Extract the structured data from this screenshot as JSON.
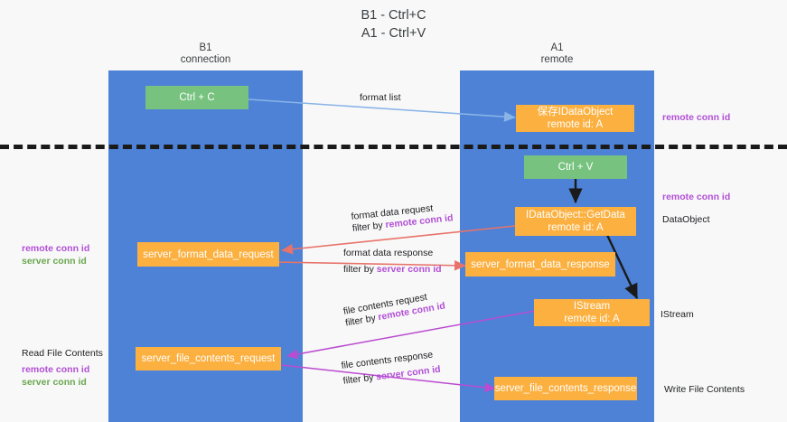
{
  "title": "B1 - Ctrl+C\nA1 - Ctrl+V",
  "lanes": [
    {
      "name": "left-lane",
      "title": "B1\nconnection"
    },
    {
      "name": "right-lane",
      "title": "A1\nremote"
    }
  ],
  "nodes": {
    "ctrl_c": "Ctrl + C",
    "save_dataobject": "保存IDataObject\nremote id: A",
    "ctrl_v": "Ctrl + V",
    "getdata": "IDataObject::GetData\nremote id: A",
    "server_format_data_request": "server_format_data_request",
    "server_format_data_response": "server_format_data_response",
    "istream": "IStream\nremote id: A",
    "server_file_contents_request": "server_file_contents_request",
    "server_file_contents_response": "server_file_contents_response"
  },
  "edges": {
    "format_list": "format list",
    "format_data_request": "format data request",
    "format_data_request_filter_prefix": "filter by ",
    "format_data_request_filter_key": "remote conn id",
    "format_data_response": "format data response",
    "format_data_response_filter_prefix": "filter by ",
    "format_data_response_filter_key": "server conn id",
    "file_contents_request": "file contents request",
    "file_contents_request_filter_prefix": "filter by ",
    "file_contents_request_filter_key": "remote conn id",
    "file_contents_response": "file contents response",
    "file_contents_response_filter_prefix": "filter by ",
    "file_contents_response_filter_key": "server conn id"
  },
  "side_labels": {
    "right_top_remote_conn_id": "remote conn id",
    "right_mid_remote_conn_id": "remote conn id",
    "right_dataobject": "DataObject",
    "right_istream": "IStream",
    "right_write_file_contents": "Write File Contents",
    "left_mid_remote_conn_id": "remote conn id",
    "left_mid_server_conn_id": "server conn id",
    "left_read_file_contents": "Read File Contents",
    "left_bottom_remote_conn_id": "remote conn id",
    "left_bottom_server_conn_id": "server conn id"
  },
  "colors": {
    "lane": "#4d82d6",
    "green_node": "#76c27e",
    "orange_node": "#fbb040",
    "arrow_blue": "#8ab4e8",
    "arrow_red": "#e8736a",
    "arrow_purple": "#bb4bd0",
    "arrow_black": "#1a1a1a",
    "remote_key": "#b24fd6",
    "server_key": "#6aa84f",
    "background": "#f8f8f8"
  }
}
